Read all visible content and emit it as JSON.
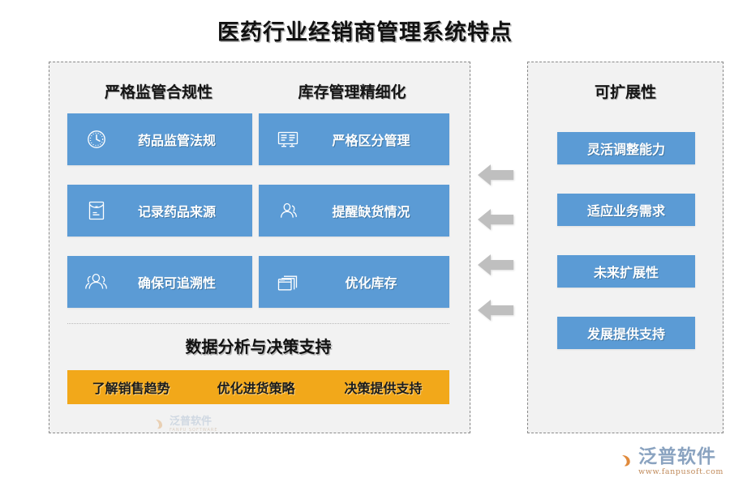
{
  "title": "医药行业经销商管理系统特点",
  "colors": {
    "card_blue": "#5B9BD5",
    "button_orange": "#F2A81A",
    "panel_bg": "#F2F2F2",
    "panel_border": "#8A8A8A",
    "arrow_gray": "#BFBFBF"
  },
  "left_panel": {
    "columns": [
      {
        "heading": "严格监管合规性",
        "cards": [
          {
            "icon": "clock-icon",
            "label": "药品监管法规"
          },
          {
            "icon": "document-icon",
            "label": "记录药品来源"
          },
          {
            "icon": "users-icon",
            "label": "确保可追溯性"
          }
        ]
      },
      {
        "heading": "库存管理精细化",
        "cards": [
          {
            "icon": "board-list-icon",
            "label": "严格区分管理"
          },
          {
            "icon": "users-icon",
            "label": "提醒缺货情况"
          },
          {
            "icon": "stacked-windows-icon",
            "label": "优化库存"
          }
        ]
      }
    ],
    "analytics": {
      "title": "数据分析与决策支持",
      "buttons": [
        "了解销售趋势",
        "优化进货策略",
        "决策提供支持"
      ]
    }
  },
  "right_panel": {
    "heading": "可扩展性",
    "items": [
      "灵活调整能力",
      "适应业务需求",
      "未来扩展性",
      "发展提供支持"
    ]
  },
  "arrows": {
    "count": 4,
    "direction": "left",
    "icon": "arrow-left-icon"
  },
  "watermark": {
    "main": "泛普软件",
    "sub": "FANPU SOFTWARE"
  },
  "brand_logo": {
    "name": "泛普软件",
    "url": "www.fanpusoft.com"
  }
}
